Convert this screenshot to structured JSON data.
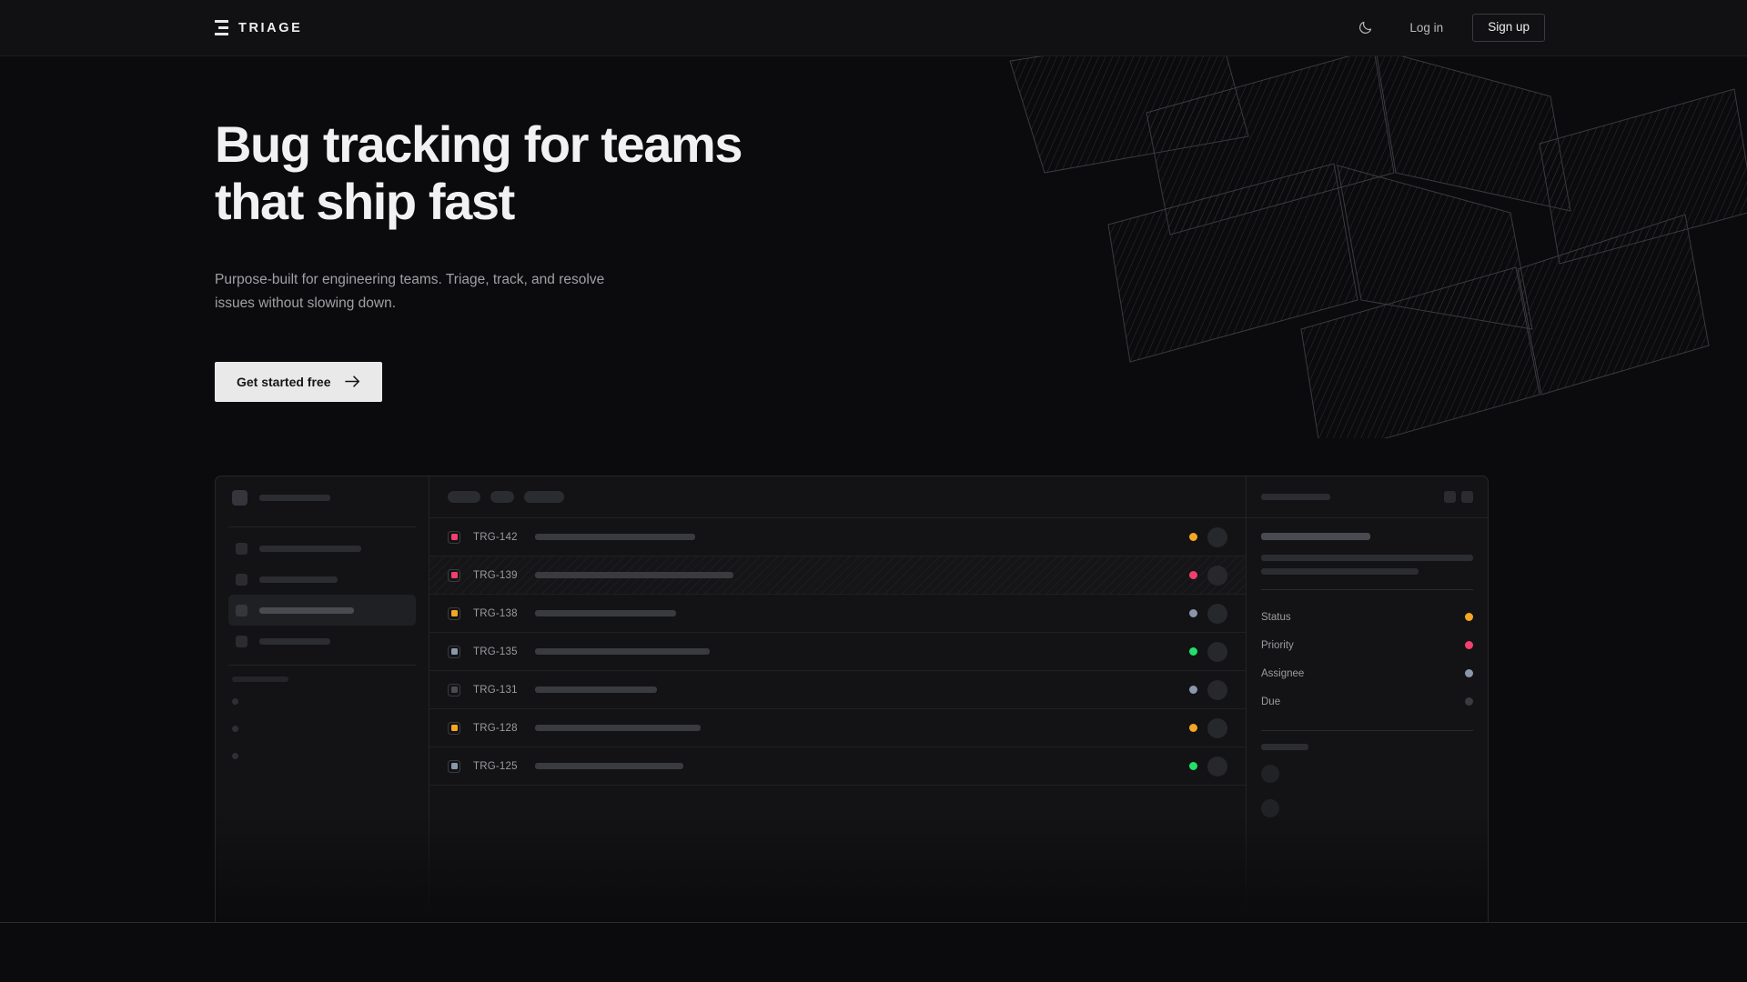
{
  "brand": {
    "name": "TRIAGE",
    "logo_icon": "triage-bars-icon"
  },
  "header": {
    "theme_toggle_icon": "moon-icon",
    "login_label": "Log in",
    "signup_label": "Sign up"
  },
  "hero": {
    "title_line1": "Bug tracking for teams",
    "title_line2": "that ship fast",
    "subtitle": "Purpose-built for engineering teams. Triage, track, and resolve issues without slowing down.",
    "cta_label": "Get started free",
    "cta_icon": "arrow-right-icon"
  },
  "colors": {
    "page_bg": "#0b0b0d",
    "header_bg": "#111113",
    "panel_bg": "#131315",
    "border": "#262629",
    "accent_text": "#f1f1f3",
    "muted_text": "#a0a1a5",
    "cta_bg": "#e9e9ea",
    "status_amber": "#f5a623",
    "status_pink": "#f43f6e",
    "status_green": "#22e06a",
    "status_slate": "#8a97ab",
    "status_gray": "#4a4b50"
  },
  "mockup": {
    "sidebar": {
      "workspace_icon": "workspace-square-icon",
      "nav_items": [
        {
          "label_width": 112,
          "active": false
        },
        {
          "label_width": 86,
          "active": false
        },
        {
          "label_width": 104,
          "active": true
        },
        {
          "label_width": 78,
          "active": false
        }
      ],
      "section_label_width": 62,
      "mini_items": 3
    },
    "list": {
      "filter_chips": [
        {
          "width": 36
        },
        {
          "width": 26
        },
        {
          "width": 44
        }
      ],
      "rows": [
        {
          "id": "TRG-142",
          "priority_color": "#f43f6e",
          "status_color": "#f5a623",
          "title_width": 176,
          "selected": false
        },
        {
          "id": "TRG-139",
          "priority_color": "#f43f6e",
          "status_color": "#f43f6e",
          "title_width": 218,
          "selected": true
        },
        {
          "id": "TRG-138",
          "priority_color": "#f5a623",
          "status_color": "#8a97ab",
          "title_width": 155,
          "selected": false
        },
        {
          "id": "TRG-135",
          "priority_color": "#8a97ab",
          "status_color": "#22e06a",
          "title_width": 192,
          "selected": false
        },
        {
          "id": "TRG-131",
          "priority_color": "#4a4b50",
          "status_color": "#8a97ab",
          "title_width": 134,
          "selected": false
        },
        {
          "id": "TRG-128",
          "priority_color": "#f5a623",
          "status_color": "#f5a623",
          "title_width": 182,
          "selected": false
        },
        {
          "id": "TRG-125",
          "priority_color": "#8a97ab",
          "status_color": "#22e06a",
          "title_width": 163,
          "selected": false
        }
      ]
    },
    "detail": {
      "header_skeleton_width": 76,
      "action_buttons": 2,
      "title_skeleton_width": 120,
      "body_skeleton_widths": [
        233,
        173
      ],
      "meta": [
        {
          "label": "Status",
          "dot_color": "#f5a623"
        },
        {
          "label": "Priority",
          "dot_color": "#f43f6e"
        },
        {
          "label": "Assignee",
          "dot_color": "#8a97ab"
        },
        {
          "label": "Due",
          "dot_color": "#3a3b40"
        }
      ],
      "activity_label_width": 52,
      "activity_avatars": 2
    }
  }
}
